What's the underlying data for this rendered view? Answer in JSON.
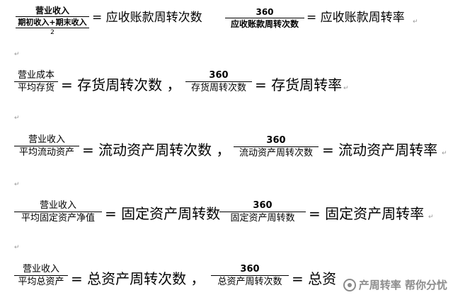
{
  "formulas": [
    {
      "frac1": {
        "num": "营业收入",
        "den": "期初收入+期末收入",
        "den2": "2"
      },
      "eq1": "= 应收账款周转次数",
      "frac2": {
        "num": "360",
        "den": "应收账款周转次数"
      },
      "eq2": "= 应收账款周转率"
    },
    {
      "frac1": {
        "num": "营业成本",
        "den": "平均存货"
      },
      "eq1": "= 存货周转次数 ，",
      "frac2": {
        "num": "360",
        "den": "存货周转次数"
      },
      "eq2": "= 存货周转率"
    },
    {
      "frac1": {
        "num": "营业收入",
        "den": "平均流动资产"
      },
      "eq1": "= 流动资产周转次数 ，",
      "frac2": {
        "num": "360",
        "den": "流动资产周转次数"
      },
      "eq2": "= 流动资产周转率"
    },
    {
      "frac1": {
        "num": "营业收入",
        "den": "平均固定资产净值"
      },
      "eq1": "= 固定资产周转数",
      "frac2": {
        "num": "360",
        "den": "固定资产周转数"
      },
      "eq2": "= 固定资产周转率"
    },
    {
      "frac1": {
        "num": "营业收入",
        "den": "平均总资产"
      },
      "eq1": "= 总资产周转次数 ，",
      "frac2": {
        "num": "360",
        "den": "总资产周转次数"
      },
      "eq2": "= 总资"
    }
  ],
  "paragraph_mark": "↵",
  "watermark": {
    "text": "产周转率 帮你分忧",
    "icon": "wechat-logo-icon"
  }
}
